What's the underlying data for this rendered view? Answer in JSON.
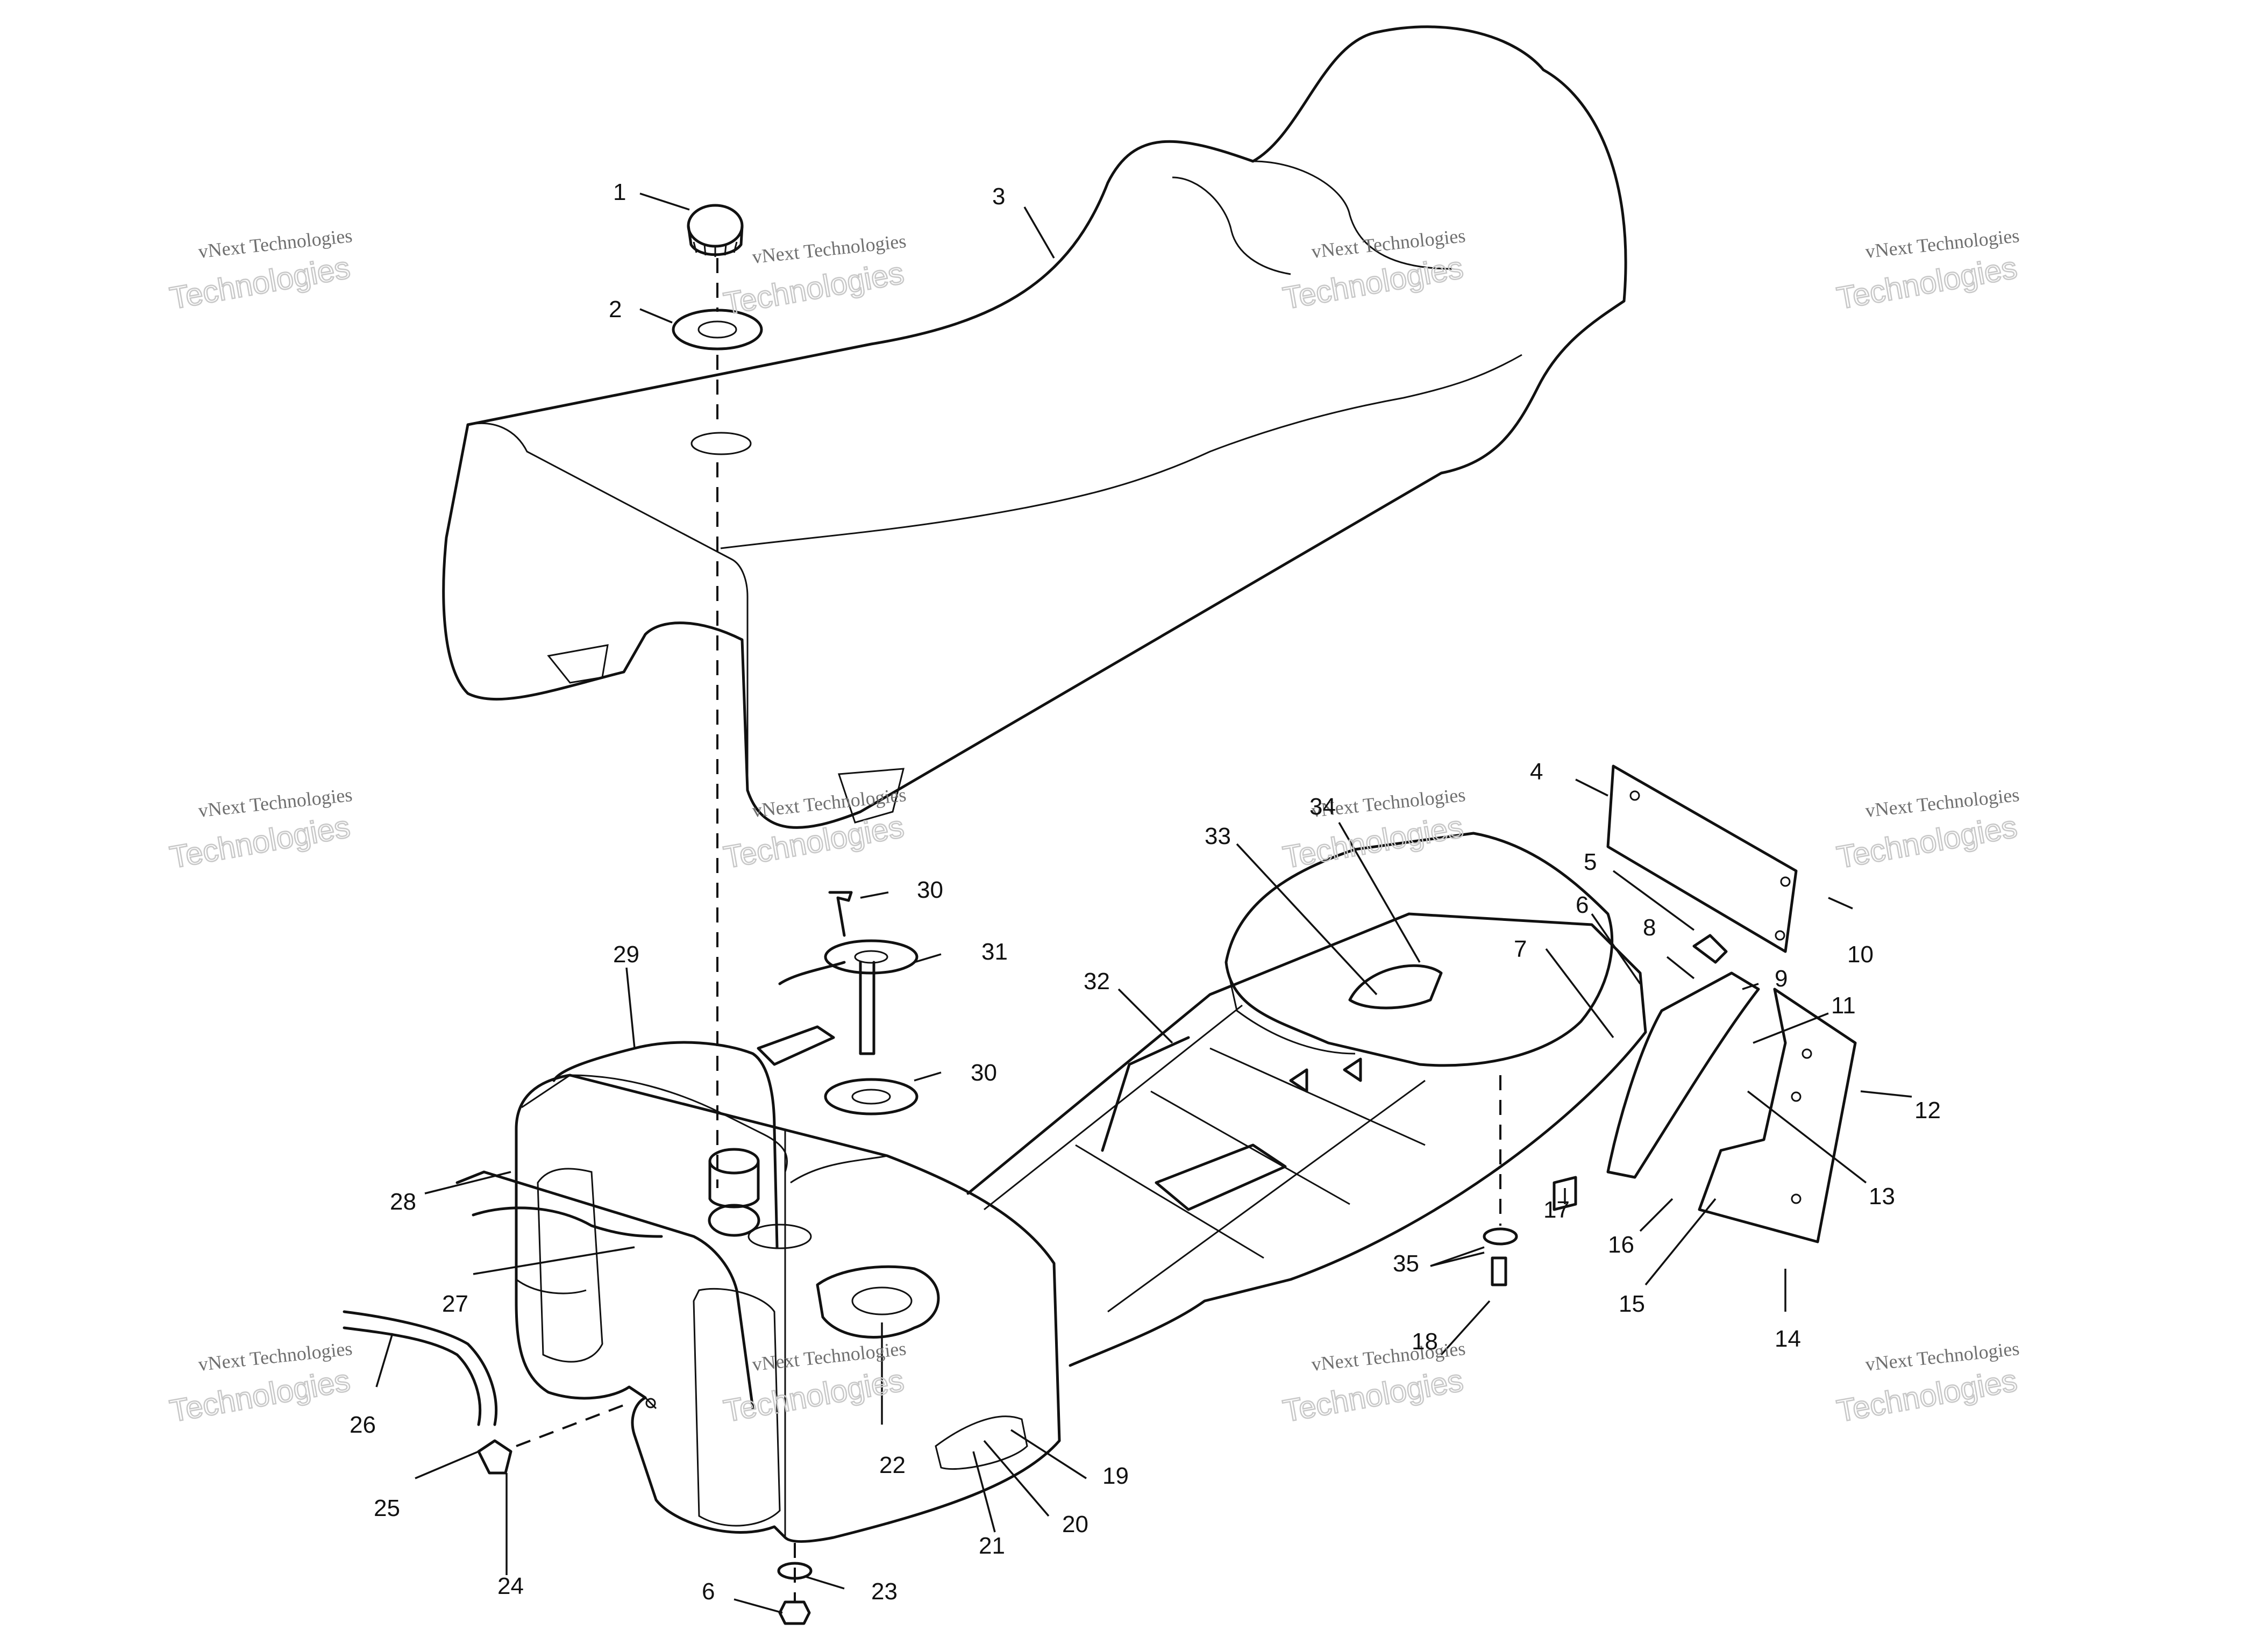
{
  "watermark": {
    "brand": "vNext",
    "line1": "vNext Technologies",
    "line2": "Technologies"
  },
  "callouts": [
    {
      "id": "c1",
      "text": "1"
    },
    {
      "id": "c2",
      "text": "2"
    },
    {
      "id": "c3",
      "text": "3"
    },
    {
      "id": "c4",
      "text": "4"
    },
    {
      "id": "c5",
      "text": "5"
    },
    {
      "id": "c6a",
      "text": "6"
    },
    {
      "id": "c7",
      "text": "7"
    },
    {
      "id": "c8",
      "text": "8"
    },
    {
      "id": "c9",
      "text": "9"
    },
    {
      "id": "c10",
      "text": "10"
    },
    {
      "id": "c11",
      "text": "11"
    },
    {
      "id": "c12",
      "text": "12"
    },
    {
      "id": "c13",
      "text": "13"
    },
    {
      "id": "c14",
      "text": "14"
    },
    {
      "id": "c15",
      "text": "15"
    },
    {
      "id": "c16",
      "text": "16"
    },
    {
      "id": "c17",
      "text": "17"
    },
    {
      "id": "c18",
      "text": "18"
    },
    {
      "id": "c19",
      "text": "19"
    },
    {
      "id": "c20",
      "text": "20"
    },
    {
      "id": "c21",
      "text": "21"
    },
    {
      "id": "c22",
      "text": "22"
    },
    {
      "id": "c23",
      "text": "23"
    },
    {
      "id": "c24",
      "text": "24"
    },
    {
      "id": "c25",
      "text": "25"
    },
    {
      "id": "c26",
      "text": "26"
    },
    {
      "id": "c27",
      "text": "27"
    },
    {
      "id": "c28",
      "text": "28"
    },
    {
      "id": "c29",
      "text": "29"
    },
    {
      "id": "c30a",
      "text": "30"
    },
    {
      "id": "c30b",
      "text": "30"
    },
    {
      "id": "c31",
      "text": "31"
    },
    {
      "id": "c32",
      "text": "32"
    },
    {
      "id": "c33",
      "text": "33"
    },
    {
      "id": "c34",
      "text": "34"
    },
    {
      "id": "c35",
      "text": "35"
    },
    {
      "id": "c6b",
      "text": "6"
    }
  ]
}
